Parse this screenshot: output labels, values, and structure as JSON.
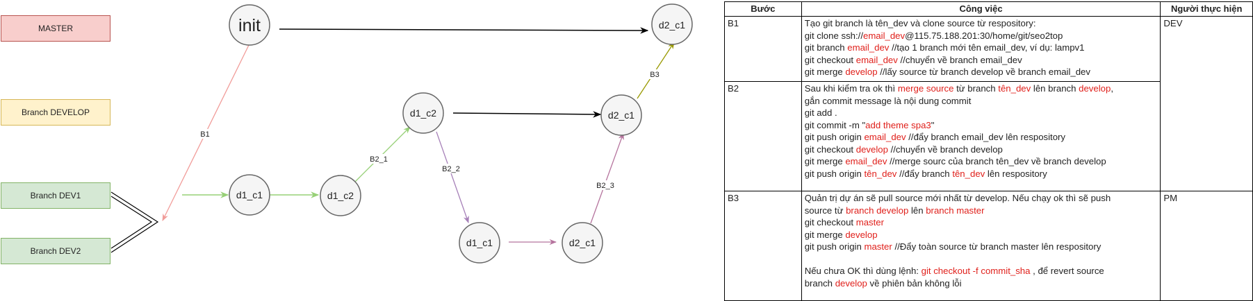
{
  "legend": [
    {
      "label": "MASTER",
      "fill": "#f8cecc",
      "stroke": "#b85450"
    },
    {
      "label": "Branch DEVELOP",
      "fill": "#fff2cc",
      "stroke": "#d6b656"
    },
    {
      "label": "Branch DEV1",
      "fill": "#d5e8d4",
      "stroke": "#82b366"
    },
    {
      "label": "Branch DEV2",
      "fill": "#d5e8d4",
      "stroke": "#82b366"
    }
  ],
  "nodes": {
    "init": "init",
    "d2_c1_top": "d2_c1",
    "d1_c2": "d1_c2",
    "d2_c1_mid": "d2_c1",
    "d1_c1_a": "d1_c1",
    "d1_c2_b": "d1_c2",
    "d1_c1_b": "d1_c1",
    "d2_c1_b": "d2_c1"
  },
  "edge_labels": {
    "b1": "B1",
    "b2_1": "B2_1",
    "b2_2": "B2_2",
    "b2_3": "B2_3",
    "b3": "B3"
  },
  "colors": {
    "pink": "#f19c99",
    "green": "#97d077",
    "purple": "#a680b8",
    "rose": "#b5739d",
    "olive": "#999900",
    "black": "#000000",
    "highlight": "#e0201b"
  },
  "table": {
    "headers": [
      "Bước",
      "Công việc",
      "Người thực hiện"
    ],
    "rows": [
      {
        "step": "B1",
        "owner": "DEV",
        "lines": [
          [
            {
              "t": "Tạo git branch là tên_dev và clone source từ respository:"
            }
          ],
          [
            {
              "t": "git clone ssh://"
            },
            {
              "t": "email_dev",
              "red": true
            },
            {
              "t": "@115.75.188.201:30/home/git/seo2top"
            }
          ],
          [
            {
              "t": "git branch "
            },
            {
              "t": "email_dev",
              "red": true
            },
            {
              "t": " //tạo 1 branch mới tên email_dev, ví dụ: lampv1"
            }
          ],
          [
            {
              "t": "git checkout "
            },
            {
              "t": "email_dev",
              "red": true
            },
            {
              "t": " //chuyển về branch email_dev"
            }
          ],
          [
            {
              "t": "git merge "
            },
            {
              "t": "develop",
              "red": true
            },
            {
              "t": " //lấy source từ branch develop về branch email_dev"
            }
          ]
        ]
      },
      {
        "step": "B2",
        "owner": "",
        "lines": [
          [
            {
              "t": "Sau khi kiểm tra ok thì "
            },
            {
              "t": "merge source",
              "red": true
            },
            {
              "t": " từ branch "
            },
            {
              "t": "tên_dev",
              "red": true
            },
            {
              "t": " lên branch "
            },
            {
              "t": "develop",
              "red": true
            },
            {
              "t": ","
            }
          ],
          [
            {
              "t": "gắn commit message là nội dung commit"
            }
          ],
          [
            {
              "t": "git add ."
            }
          ],
          [
            {
              "t": "git commit -m \""
            },
            {
              "t": "add theme spa3",
              "red": true
            },
            {
              "t": "\""
            }
          ],
          [
            {
              "t": "git push origin "
            },
            {
              "t": "email_dev",
              "red": true
            },
            {
              "t": " //đẩy branch email_dev lên respository"
            }
          ],
          [
            {
              "t": "git checkout "
            },
            {
              "t": "develop",
              "red": true
            },
            {
              "t": " //chuyển về branch develop"
            }
          ],
          [
            {
              "t": "git merge "
            },
            {
              "t": "email_dev",
              "red": true
            },
            {
              "t": " //merge sourc của branch tên_dev về branch develop"
            }
          ],
          [
            {
              "t": "git push origin "
            },
            {
              "t": "tên_dev",
              "red": true
            },
            {
              "t": " //đẩy branch "
            },
            {
              "t": "tên_dev",
              "red": true
            },
            {
              "t": " lên respository"
            }
          ]
        ]
      },
      {
        "step": "B3",
        "owner": "PM",
        "lines": [
          [
            {
              "t": "Quản trị dự án sẽ pull source mới nhất từ develop. Nếu chạy ok thì sẽ push"
            }
          ],
          [
            {
              "t": "source từ "
            },
            {
              "t": "branch develop",
              "red": true
            },
            {
              "t": " lên "
            },
            {
              "t": "branch master",
              "red": true
            }
          ],
          [
            {
              "t": "git checkout "
            },
            {
              "t": "master",
              "red": true
            }
          ],
          [
            {
              "t": "git merge "
            },
            {
              "t": "develop",
              "red": true
            }
          ],
          [
            {
              "t": "git push origin "
            },
            {
              "t": "master",
              "red": true
            },
            {
              "t": " //Đẩy toàn source từ branch master lên respository"
            }
          ],
          [],
          [
            {
              "t": "Nếu chưa OK thì dùng lệnh: "
            },
            {
              "t": "git checkout -f commit_sha",
              "red": true
            },
            {
              "t": " , để revert source"
            }
          ],
          [
            {
              "t": "branch "
            },
            {
              "t": "develop",
              "red": true
            },
            {
              "t": " về phiên bản không lỗi"
            }
          ]
        ]
      }
    ]
  }
}
